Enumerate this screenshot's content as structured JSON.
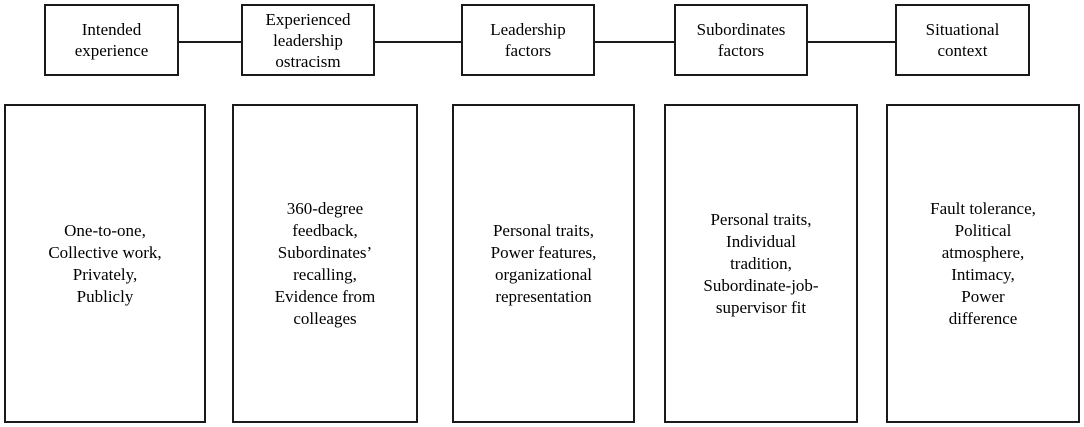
{
  "columns": [
    {
      "header": [
        "Intended",
        "experience"
      ],
      "details": [
        "One-to-one,",
        "Collective work,",
        "Privately,",
        "Publicly"
      ]
    },
    {
      "header": [
        "Experienced",
        "leadership",
        "ostracism"
      ],
      "details": [
        "360-degree",
        "feedback,",
        "Subordinates’",
        "recalling,",
        "Evidence from",
        "colleages"
      ]
    },
    {
      "header": [
        "Leadership",
        "factors"
      ],
      "details": [
        "Personal traits,",
        "Power features,",
        "organizational",
        "representation"
      ]
    },
    {
      "header": [
        "Subordinates",
        "factors"
      ],
      "details": [
        "Personal traits,",
        "Individual",
        "tradition,",
        "Subordinate-job-",
        "supervisor fit"
      ]
    },
    {
      "header": [
        "Situational",
        "context"
      ],
      "details": [
        "Fault tolerance,",
        "Political",
        "atmosphere,",
        "Intimacy,",
        "Power",
        "difference"
      ]
    }
  ]
}
